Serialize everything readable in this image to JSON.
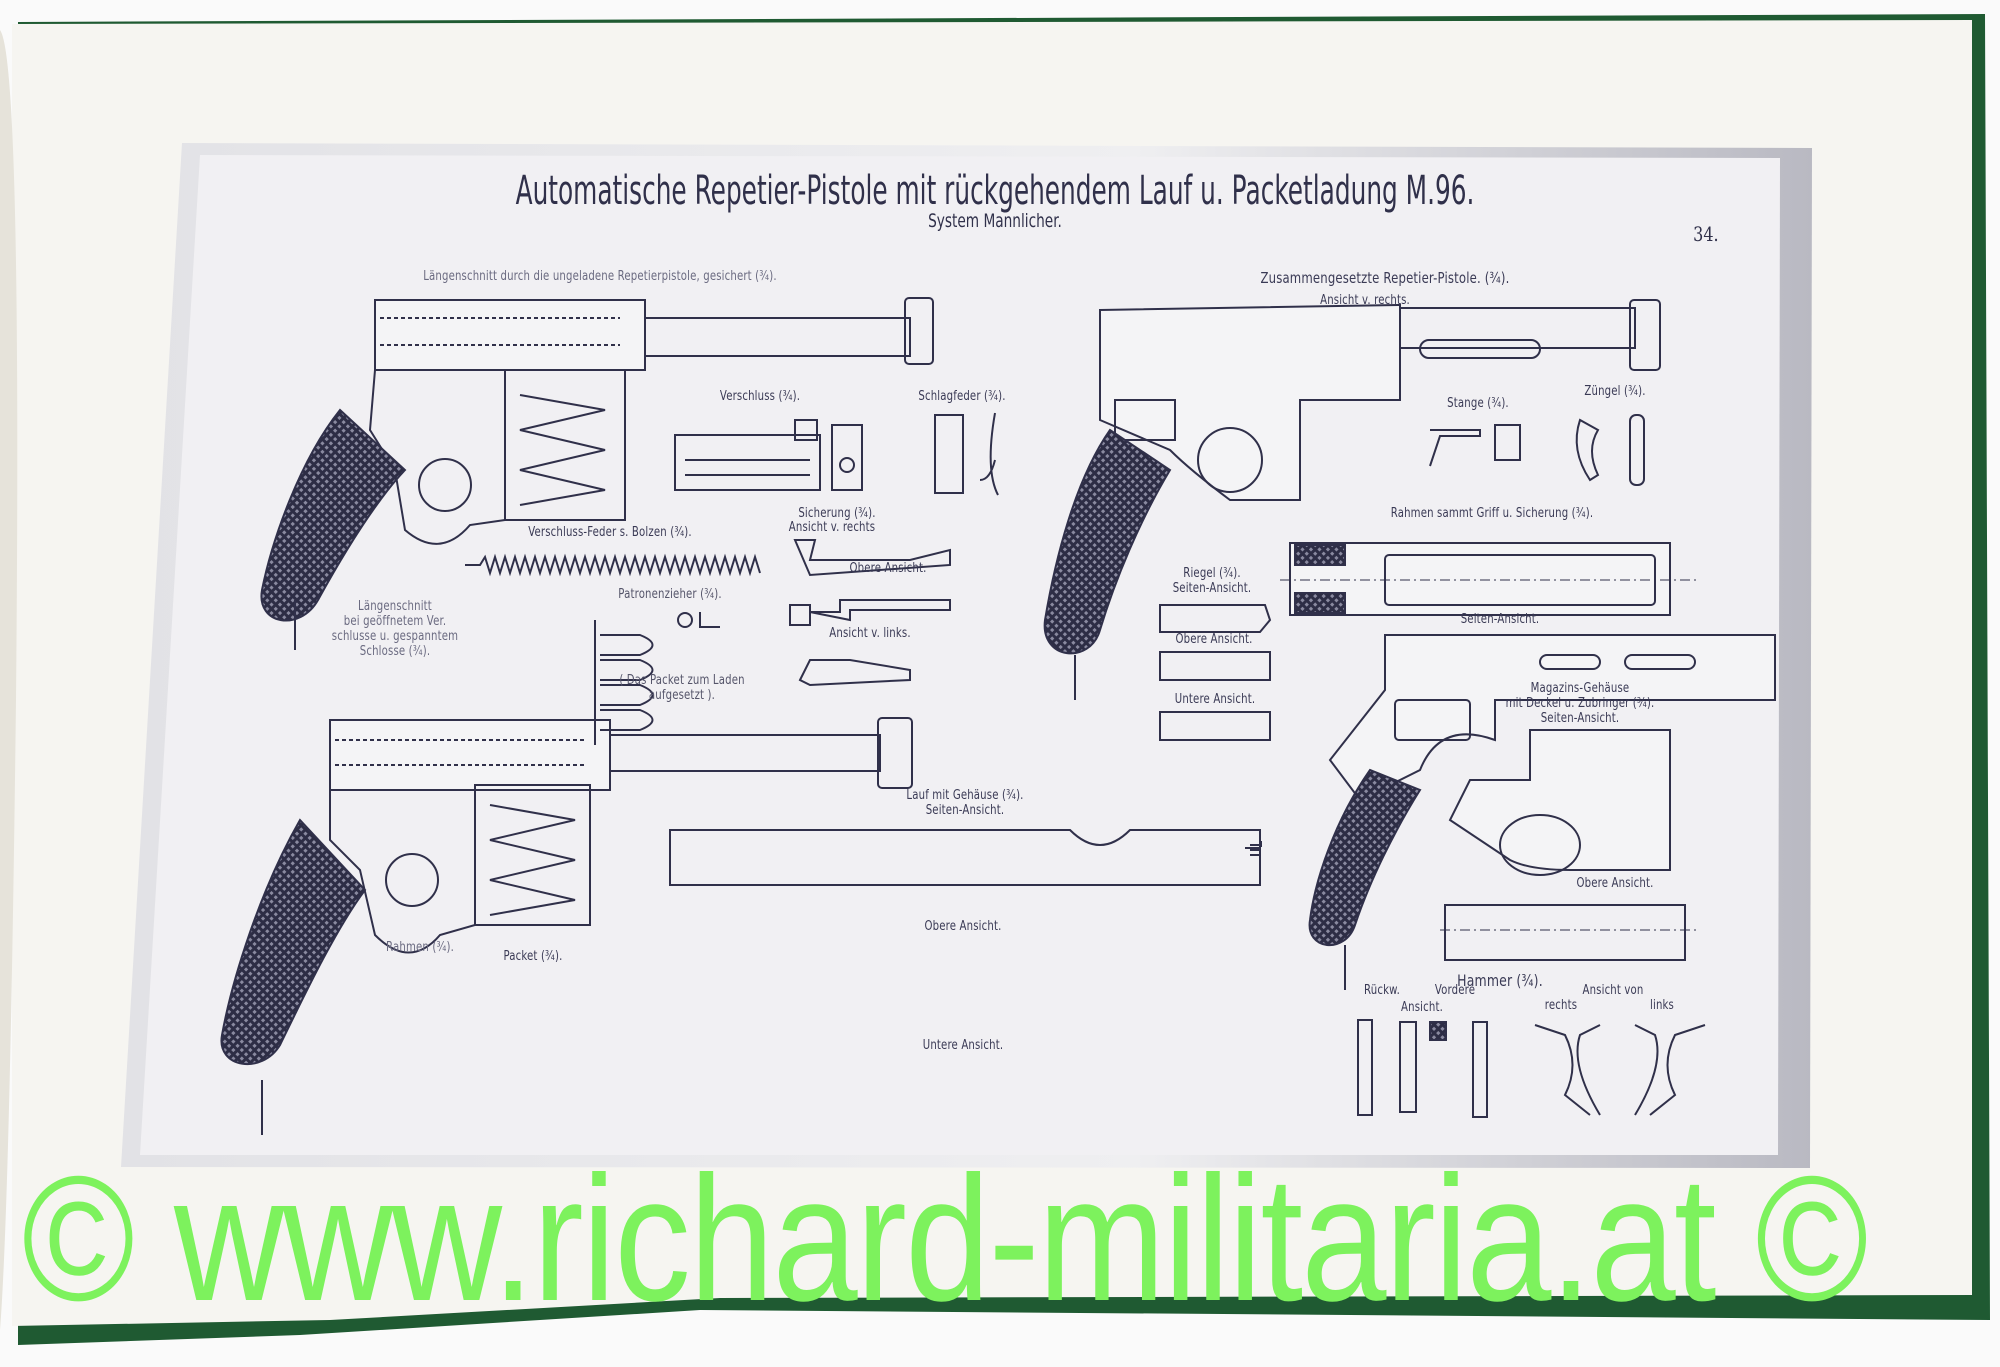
{
  "plate": {
    "title": "Automatische Repetier-Pistole mit rückgehendem Lauf u. Packetladung M.96.",
    "subtitle": "System Mannlicher.",
    "number": "34."
  },
  "labels": [
    "Längenschnitt durch die ungeladene Repetierpistole, gesichert (¾).",
    "Zusammengesetzte Repetier-Pistole. (¾).",
    "Ansicht v. rechts.",
    "Verschluss (¾).",
    "Schlagfeder (¾).",
    "Stange (¾).",
    "Züngel (¾).",
    "Verschluss-Feder s. Bolzen (¾).",
    "Sicherung (¾).",
    "Ansicht v. rechts",
    "Obere Ansicht.",
    "Patronenzieher (¾).",
    "Ansicht v. links.",
    "Rahmen sammt Griff u. Sicherung (¾).",
    "Riegel (¾).\nSeiten-Ansicht.",
    "Obere Ansicht.",
    "Untere Ansicht.",
    "Seiten-Ansicht.",
    "Magazins-Gehäuse\nmit Deckel u. Zubringer (¾).\nSeiten-Ansicht.",
    "Längenschnitt\nbei geöffnetem Ver.\nschlusse u. gespanntem\nSchlosse (¾).",
    "( Das Packet zum Laden\naufgesetzt ).",
    "Lauf mit Gehäuse (¾).\nSeiten-Ansicht.",
    "Obere Ansicht.",
    "Untere Ansicht.",
    "Rahmen (¾).",
    "Packet (¾).",
    "Obere Ansicht.",
    "Hammer (¾).",
    "Rückw.",
    "Vordere",
    "Ansicht.",
    "Ansicht von",
    "rechts",
    "links"
  ],
  "watermark": "© www.richard-militaria.at ©",
  "colors": {
    "ink": "#30304a",
    "watermark": "#7df25d",
    "cover": "#1f5a32",
    "page": "#f6f5f1"
  }
}
